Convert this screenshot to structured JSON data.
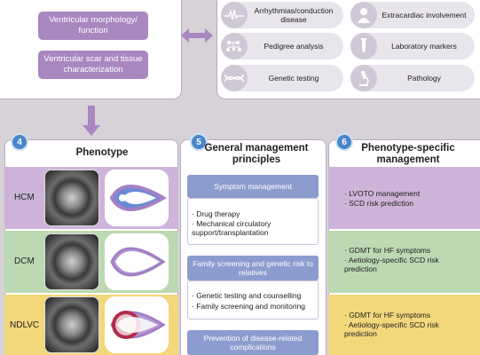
{
  "top": {
    "morphology_label": "Ventricular morphology/ function",
    "scar_label": "Ventricular scar and tissue characterization",
    "features": [
      {
        "label": "Arrhythmias/conduction disease",
        "icon": "ecg-icon"
      },
      {
        "label": "Extracardiac involvement",
        "icon": "person-icon"
      },
      {
        "label": "Pedigree analysis",
        "icon": "pedigree-icon"
      },
      {
        "label": "Laboratory markers",
        "icon": "test-tube-icon"
      },
      {
        "label": "Genetic testing",
        "icon": "dna-icon"
      },
      {
        "label": "Pathology",
        "icon": "microscope-icon"
      }
    ]
  },
  "phenotype": {
    "number": "4",
    "title": "Phenotype",
    "rows": [
      {
        "label": "HCM"
      },
      {
        "label": "DCM"
      },
      {
        "label": "NDLVC"
      }
    ]
  },
  "general": {
    "number": "5",
    "title": "General management principles",
    "sections": [
      {
        "header": "Symptom management",
        "items": [
          "· Drug therapy",
          "· Mechanical circulatory support/transplantation"
        ]
      },
      {
        "header": "Family screening and genetic risk to relatives",
        "items": [
          "· Genetic testing and counselling",
          "· Family screening and monitoring"
        ]
      },
      {
        "header": "Prevention of disease-related complications",
        "items": []
      }
    ]
  },
  "specific": {
    "number": "6",
    "title": "Phenotype-specific management",
    "rows": [
      {
        "items": [
          "· LVOTO management",
          "· SCD risk prediction"
        ]
      },
      {
        "items": [
          "· GDMT for HF symptoms",
          "· Aetiology-specific SCD risk prediction"
        ]
      },
      {
        "items": [
          "· GDMT for HF symptoms",
          "· Aetiology-specific SCD risk prediction"
        ]
      }
    ]
  },
  "colors": {
    "purple_button": "#a987c0",
    "badge_blue": "#4a86c8",
    "hcm_band": "#cdb4d8",
    "dcm_band": "#bcd9b3",
    "ndlvc_band": "#f2d77b",
    "mid_header": "#8d9ccf"
  }
}
